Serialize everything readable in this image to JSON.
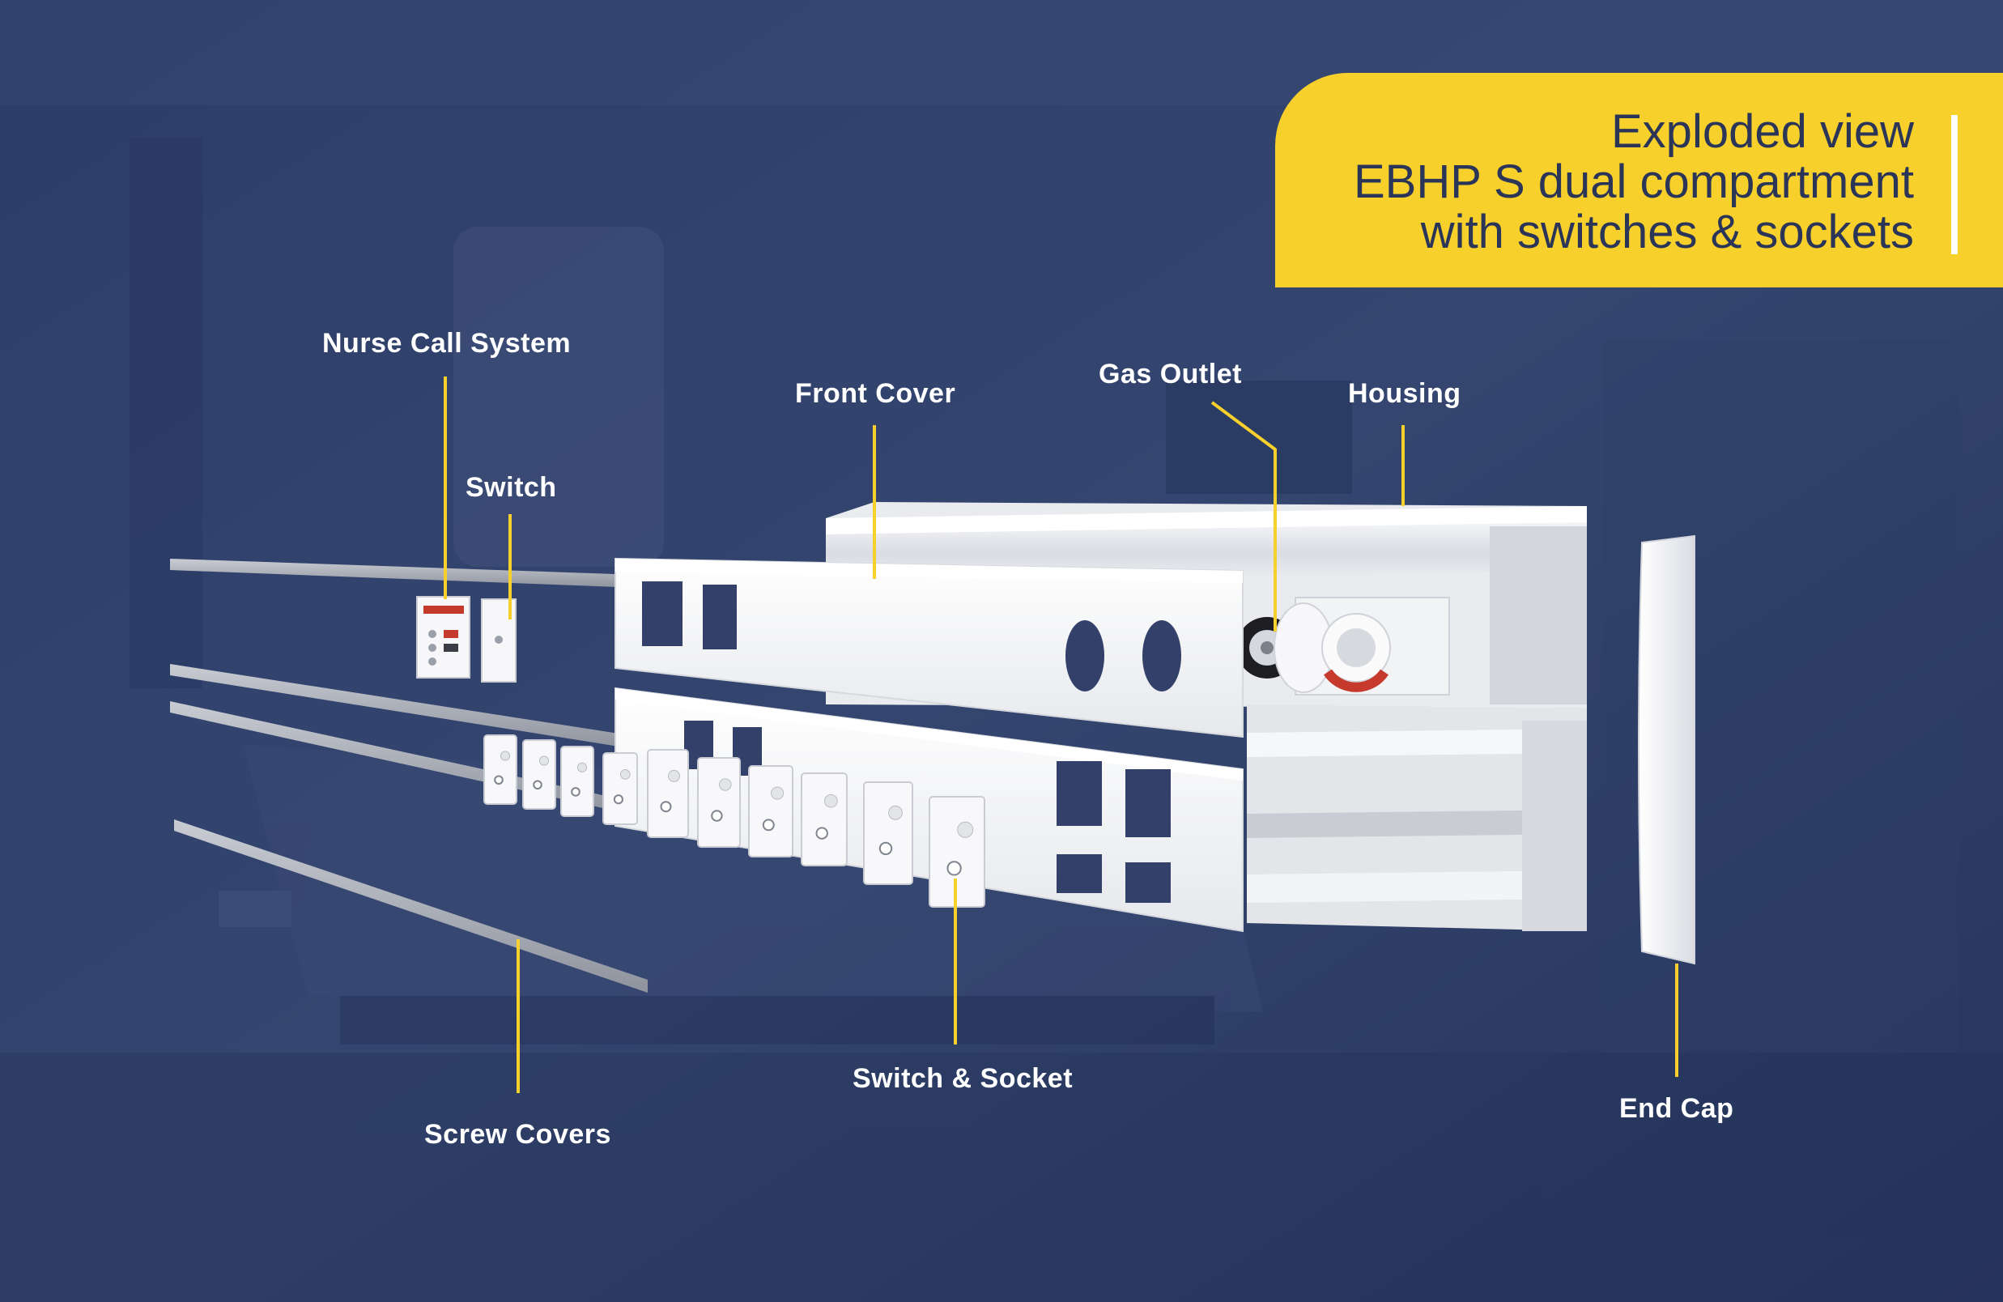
{
  "title": {
    "line1": "Exploded view",
    "line2": "EBHP S dual compartment",
    "line3": "with switches & sockets"
  },
  "labels": {
    "nurse_call": "Nurse Call System",
    "switch": "Switch",
    "front_cover": "Front Cover",
    "gas_outlet": "Gas Outlet",
    "housing": "Housing",
    "switch_socket": "Switch & Socket",
    "screw_covers": "Screw Covers",
    "end_cap": "End Cap"
  },
  "colors": {
    "background": "#2a3a66",
    "accent": "#f7d02c",
    "title_text": "#2a3557",
    "leader_line": "#f7d02c",
    "component": "#f1f2f4"
  }
}
